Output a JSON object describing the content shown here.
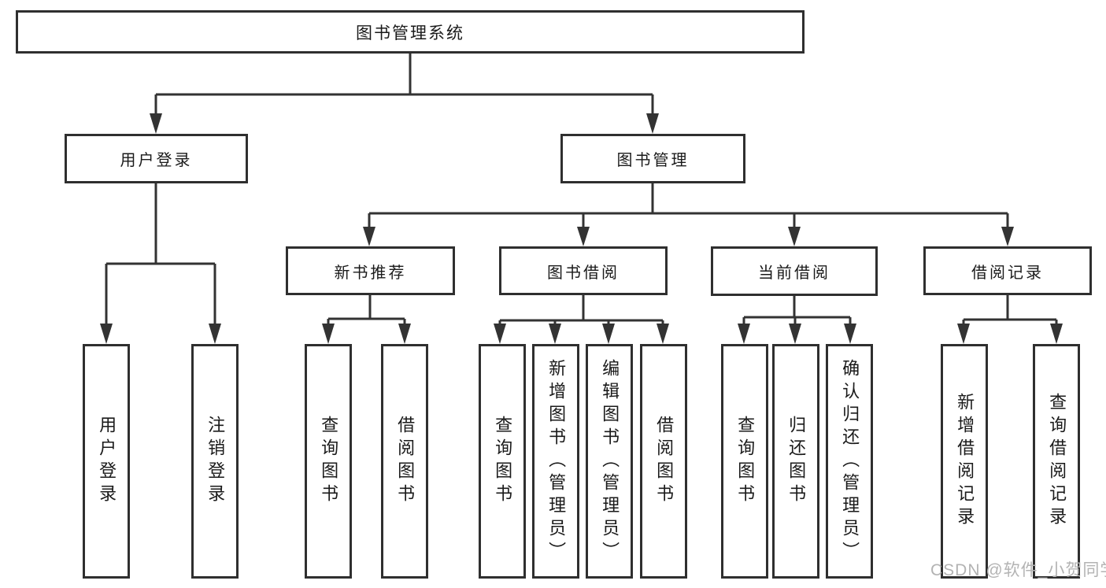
{
  "colors": {
    "line": "#333333",
    "box_border": "#2f2f2f",
    "text": "#1a1a1a",
    "watermark_text": "#b3b3b3",
    "background": "#ffffff"
  },
  "watermark": "CSDN @软件_小贺同学",
  "tree": {
    "root": {
      "label": "图书管理系统",
      "children": [
        {
          "label": "用户登录",
          "children": [
            {
              "label": "用户登录"
            },
            {
              "label": "注销登录"
            }
          ]
        },
        {
          "label": "图书管理",
          "children": [
            {
              "label": "新书推荐",
              "children": [
                {
                  "label": "查询图书"
                },
                {
                  "label": "借阅图书"
                }
              ]
            },
            {
              "label": "图书借阅",
              "children": [
                {
                  "label": "查询图书"
                },
                {
                  "label": "新增图书（管理员）"
                },
                {
                  "label": "编辑图书（管理员）"
                },
                {
                  "label": "借阅图书"
                }
              ]
            },
            {
              "label": "当前借阅",
              "children": [
                {
                  "label": "查询图书"
                },
                {
                  "label": "归还图书"
                },
                {
                  "label": "确认归还（管理员）"
                }
              ]
            },
            {
              "label": "借阅记录",
              "children": [
                {
                  "label": "新增借阅记录"
                },
                {
                  "label": "查询借阅记录"
                }
              ]
            }
          ]
        }
      ]
    }
  }
}
